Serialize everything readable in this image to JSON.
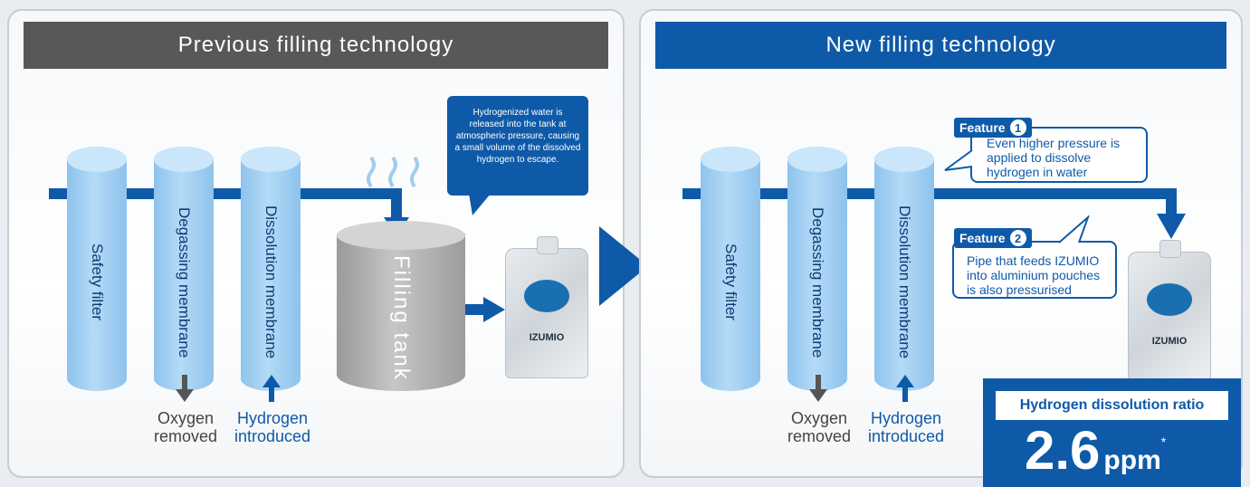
{
  "left": {
    "header": "Previous filling technology",
    "cylinders": [
      "Safety filter",
      "Degassing membrane",
      "Dissolution membrane"
    ],
    "oxygen_label": [
      "Oxygen",
      "removed"
    ],
    "hydrogen_label": [
      "Hydrogen",
      "introduced"
    ],
    "tank_label": "Filling tank",
    "bubble": "Hydrogenized water is released into the tank at atmospheric pressure, causing a small volume of the dissolved hydrogen to escape.",
    "pouch_brand": "IZUMIO"
  },
  "right": {
    "header": "New filling technology",
    "cylinders": [
      "Safety filter",
      "Degassing membrane",
      "Dissolution membrane"
    ],
    "oxygen_label": [
      "Oxygen",
      "removed"
    ],
    "hydrogen_label": [
      "Hydrogen",
      "introduced"
    ],
    "feature1": {
      "tag": "Feature",
      "num": "1",
      "text": "Even higher pressure is applied to dissolve hydrogen in water"
    },
    "feature2": {
      "tag": "Feature",
      "num": "2",
      "text": "Pipe that feeds IZUMIO into aluminium pouches is also pressurised"
    },
    "pouch_brand": "IZUMIO",
    "ratio": {
      "title": "Hydrogen dissolution ratio",
      "value": "2.6",
      "unit": "ppm",
      "mark": "*"
    }
  },
  "colors": {
    "accent": "#0f5aa8",
    "old_header": "#595757",
    "cylinder": "#a6d1f3",
    "tank": "#a9a9a9"
  }
}
